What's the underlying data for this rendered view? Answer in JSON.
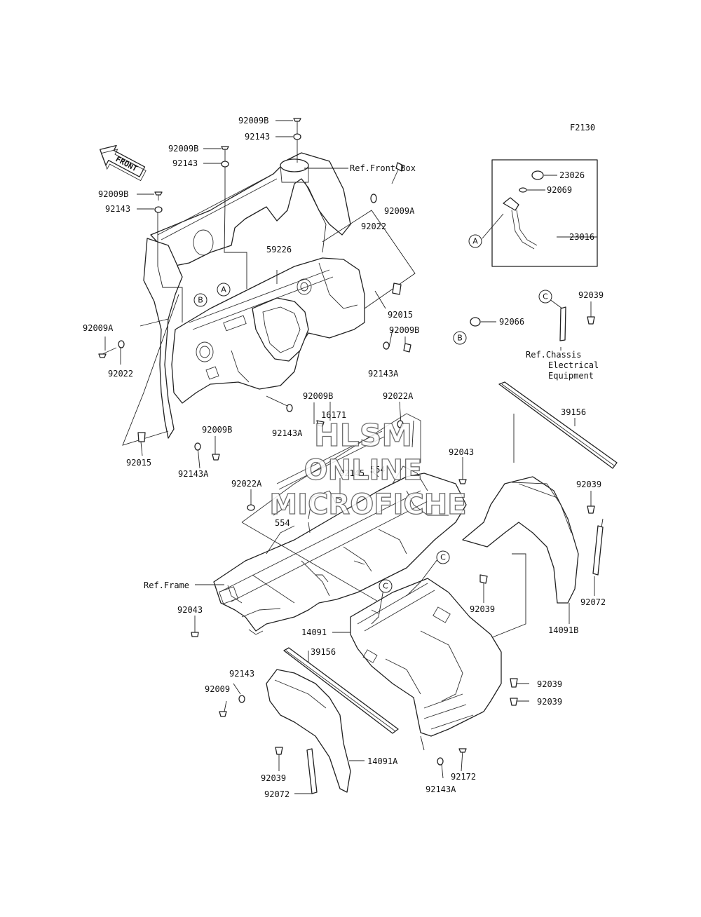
{
  "diagram_code": "F2130",
  "front_arrow_label": "FRONT",
  "part_labels": {
    "p1": "92009B",
    "p2": "92143",
    "p3": "92009B",
    "p4": "92143",
    "p5": "92009B",
    "p6": "92143",
    "p7": "Ref.Front Box",
    "p8": "92009A",
    "p9": "92022",
    "p10": "59226",
    "p11": "92015",
    "p12": "92009B",
    "p13": "92143A",
    "p14": "92009A",
    "p15": "92022",
    "p16": "92009B",
    "p17": "92143A",
    "p18": "92015",
    "p19": "92009B",
    "p20": "92143A",
    "p21": "16171",
    "p22": "92022A",
    "p23": "554",
    "p24": "92145",
    "p25": "92022A",
    "p26": "554",
    "p27": "92043",
    "p28": "Ref.Frame",
    "p29": "92043",
    "p30": "39156",
    "p31": "92039",
    "p32": "14091B",
    "p33": "92072",
    "p34": "92039",
    "p35": "14091",
    "p36": "39156",
    "p37": "92143",
    "p38": "92009",
    "p39": "92039",
    "p40": "92039",
    "p41": "14091A",
    "p42": "92039",
    "p43": "92072",
    "p44": "92143A",
    "p45": "92172",
    "p46": "23026",
    "p47": "92069",
    "p48": "23016",
    "p49": "92066",
    "p50": "92039"
  },
  "ref_chassis_lines": [
    "Ref.Chassis",
    "Electrical",
    "Equipment"
  ],
  "callouts": {
    "A": "A",
    "B": "B",
    "C": "C"
  },
  "watermark_lines": [
    "HLSM",
    "ONLINE",
    "MICROFICHE"
  ]
}
